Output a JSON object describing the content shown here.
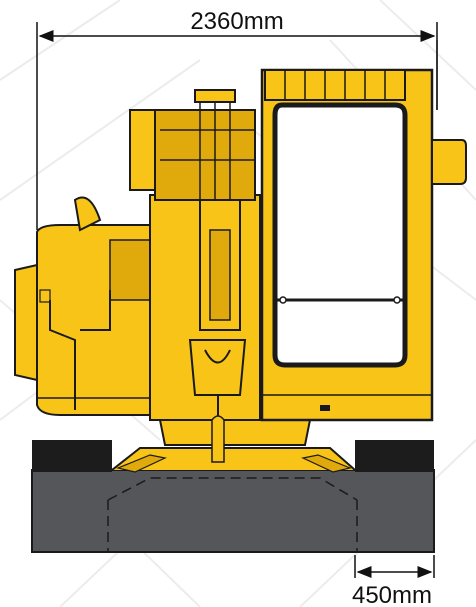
{
  "dimensions": {
    "overall_width": "2360mm",
    "track_shoe_width": "450mm"
  },
  "colors": {
    "body_yellow": "#f7c417",
    "body_yellow_shade": "#e0a90c",
    "outline": "#1a1a1a",
    "track_top": "#1c1c1c",
    "track_body": "#55565a",
    "cab_window": "#ffffff",
    "watermark": "#ececec"
  },
  "icons": {
    "dimension_arrow": "double-arrow",
    "machine": "mini-excavator-rear-view"
  }
}
